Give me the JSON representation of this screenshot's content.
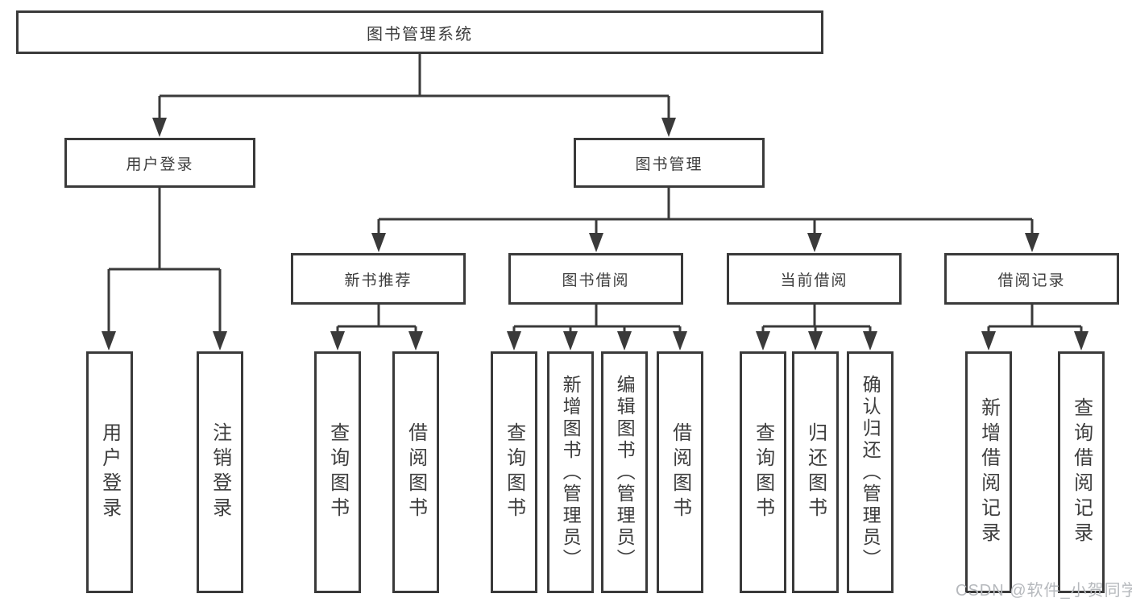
{
  "root": {
    "label": "图书管理系统"
  },
  "level2": [
    {
      "label": "用户登录"
    },
    {
      "label": "图书管理"
    }
  ],
  "level3": [
    {
      "label": "新书推荐"
    },
    {
      "label": "图书借阅"
    },
    {
      "label": "当前借阅"
    },
    {
      "label": "借阅记录"
    }
  ],
  "leaves": [
    {
      "label": "用户登录"
    },
    {
      "label": "注销登录"
    },
    {
      "label": "查询图书"
    },
    {
      "label": "借阅图书"
    },
    {
      "label": "查询图书"
    },
    {
      "label": "新增图书（管理员）"
    },
    {
      "label": "编辑图书（管理员）"
    },
    {
      "label": "借阅图书"
    },
    {
      "label": "查询图书"
    },
    {
      "label": "归还图书"
    },
    {
      "label": "确认归还（管理员）"
    },
    {
      "label": "新增借阅记录"
    },
    {
      "label": "查询借阅记录"
    }
  ],
  "watermark": {
    "text": "CSDN @软件_小贺同学"
  },
  "colors": {
    "line": "#3a3a3a",
    "box_border": "#3a3a3a",
    "box_fill": "#ffffff",
    "text": "#3d3d3d",
    "watermark": "#b6b9bd",
    "background": "#ffffff"
  }
}
